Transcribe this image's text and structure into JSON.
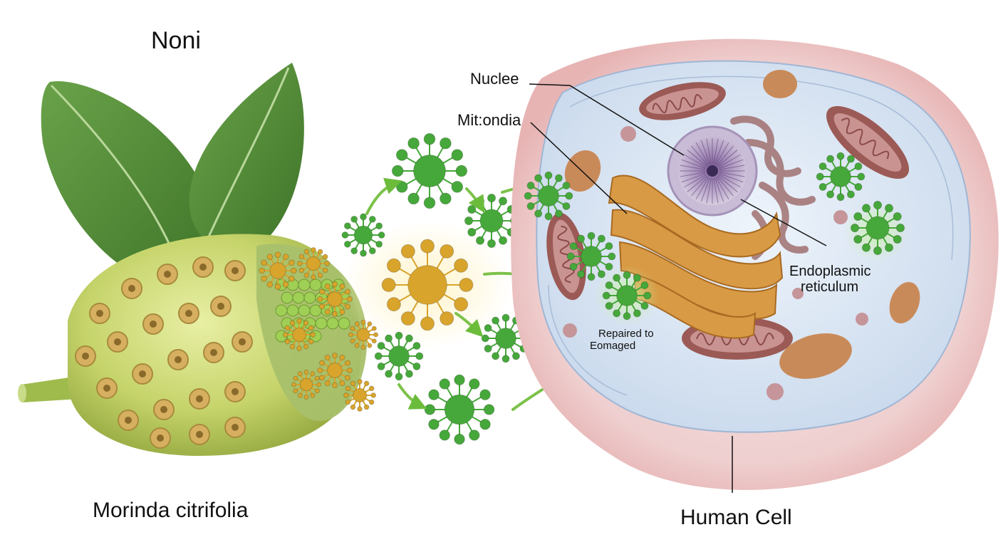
{
  "labels": {
    "title": "Noni",
    "fruit_name": "Morinda citrifolia",
    "cell_name": "Human Cell",
    "nucleus": "Nuclee",
    "mitochondria": "Mit:ondia",
    "er_line1": "Endoplasmic",
    "er_line2": "reticulum",
    "repair_line1": "Repaired to",
    "repair_line2": "Eomaged"
  },
  "colors": {
    "leaf": "#4f8a35",
    "fruit": "#c8d670",
    "compound_gold": "#d8a42c",
    "compound_green": "#46a83a",
    "cell_membrane": "#e7b9b9",
    "cytoplasm": "#d6e3f1",
    "nucleus": "#9b82ad",
    "golgi": "#d89a45",
    "mitochondria": "#9b5a55",
    "vesicle": "#c98a5a"
  }
}
